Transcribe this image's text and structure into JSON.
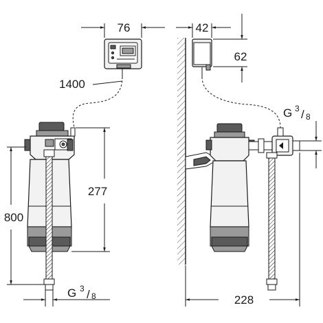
{
  "labels": {
    "width_display": "76",
    "depth_display": "42",
    "height_display": "62",
    "cable_length": "1400",
    "filter_height": "277",
    "mount_height": "800",
    "depth_total": "228",
    "thread_g": "G",
    "thread_num": "3",
    "thread_den": "8"
  }
}
